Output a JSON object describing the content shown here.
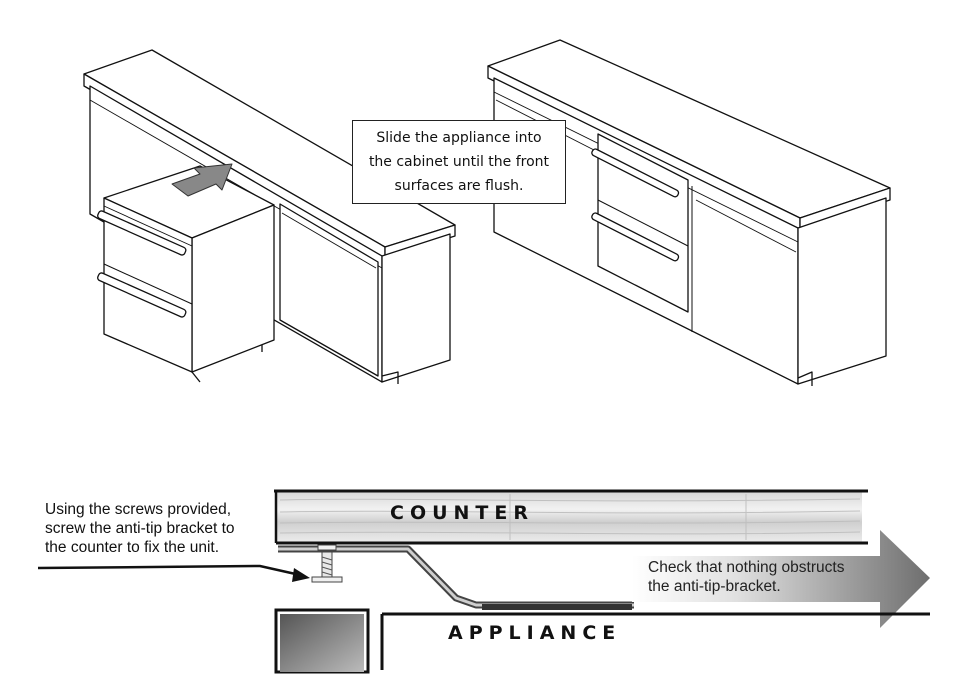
{
  "instructions": {
    "slide_in": [
      "Slide the appliance into",
      "the cabinet until the front",
      "surfaces are flush."
    ],
    "screw_bracket": [
      "Using the screws provided,",
      "screw the anti-tip bracket to",
      "the counter to fix the unit."
    ],
    "check_obstruction": [
      "Check that nothing obstructs",
      "the anti-tip-bracket."
    ]
  },
  "labels": {
    "counter": "COUNTER",
    "appliance": "APPLIANCE"
  },
  "icons": {
    "push_arrow": "arrow-up-right-icon",
    "screw": "screw-icon",
    "direction_arrow": "arrow-right-icon"
  }
}
